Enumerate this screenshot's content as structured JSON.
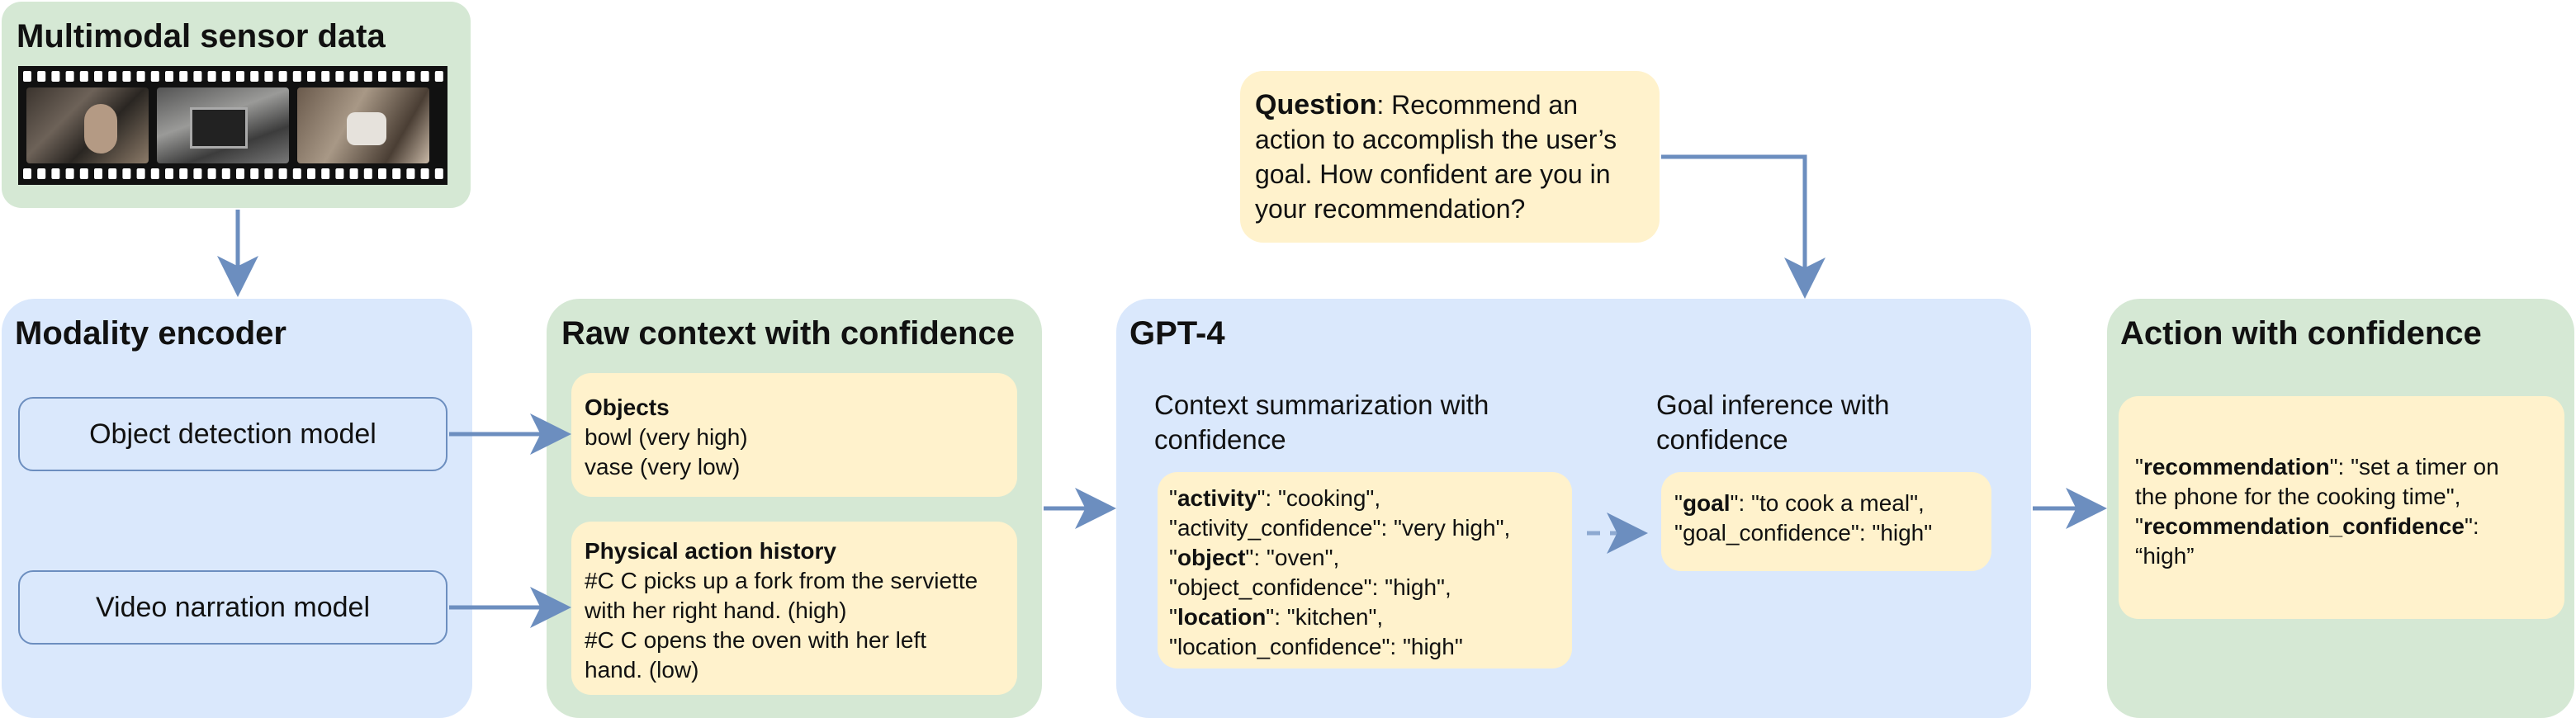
{
  "sensor": {
    "title": "Multimodal sensor data"
  },
  "encoder": {
    "title": "Modality encoder",
    "models": [
      "Object detection model",
      "Video narration model"
    ]
  },
  "raw": {
    "title": "Raw context with confidence",
    "objects": {
      "heading": "Objects",
      "lines": [
        "bowl (very high)",
        "vase (very low)"
      ]
    },
    "history": {
      "heading": "Physical action history",
      "lines": [
        "#C C picks up a fork from the serviette",
        "with her right hand. (high)",
        "#C C opens the oven with her left",
        "hand. (low)"
      ]
    }
  },
  "question": {
    "label": "Question",
    "lines": [
      ": Recommend an",
      "action to accomplish the user’s",
      "goal. How confident are you in",
      "your recommendation?"
    ]
  },
  "gpt": {
    "title": "GPT-4",
    "context_title": [
      "Context summarization  with",
      "confidence"
    ],
    "goal_title": [
      "Goal inference with",
      "confidence"
    ],
    "context": {
      "k1": "activity",
      "v1": ": \"cooking\",",
      "l2": "\"activity_confidence\": \"very high\",",
      "k3": "object",
      "v3": ": \"oven\",",
      "l4": "\"object_confidence\": \"high\",",
      "k5": "location",
      "v5": ": \"kitchen\",",
      "l6": "\"location_confidence\": \"high\""
    },
    "goal": {
      "k1": "goal",
      "v1": ": \"to cook a meal\",",
      "l2": "\"goal_confidence\": \"high\""
    }
  },
  "action": {
    "title": "Action with confidence",
    "k1": "recommendation",
    "v1a": ": \"set a timer on",
    "l2": "the phone for the cooking time\",",
    "k3": "recommendation_confidence",
    "v3": ":",
    "l4": "“high”"
  },
  "colors": {
    "green_panel": "#d5e8d4",
    "blue_panel": "#dae8fc",
    "yellow_box": "#fff2cc",
    "arrow": "#6c8ebf"
  }
}
